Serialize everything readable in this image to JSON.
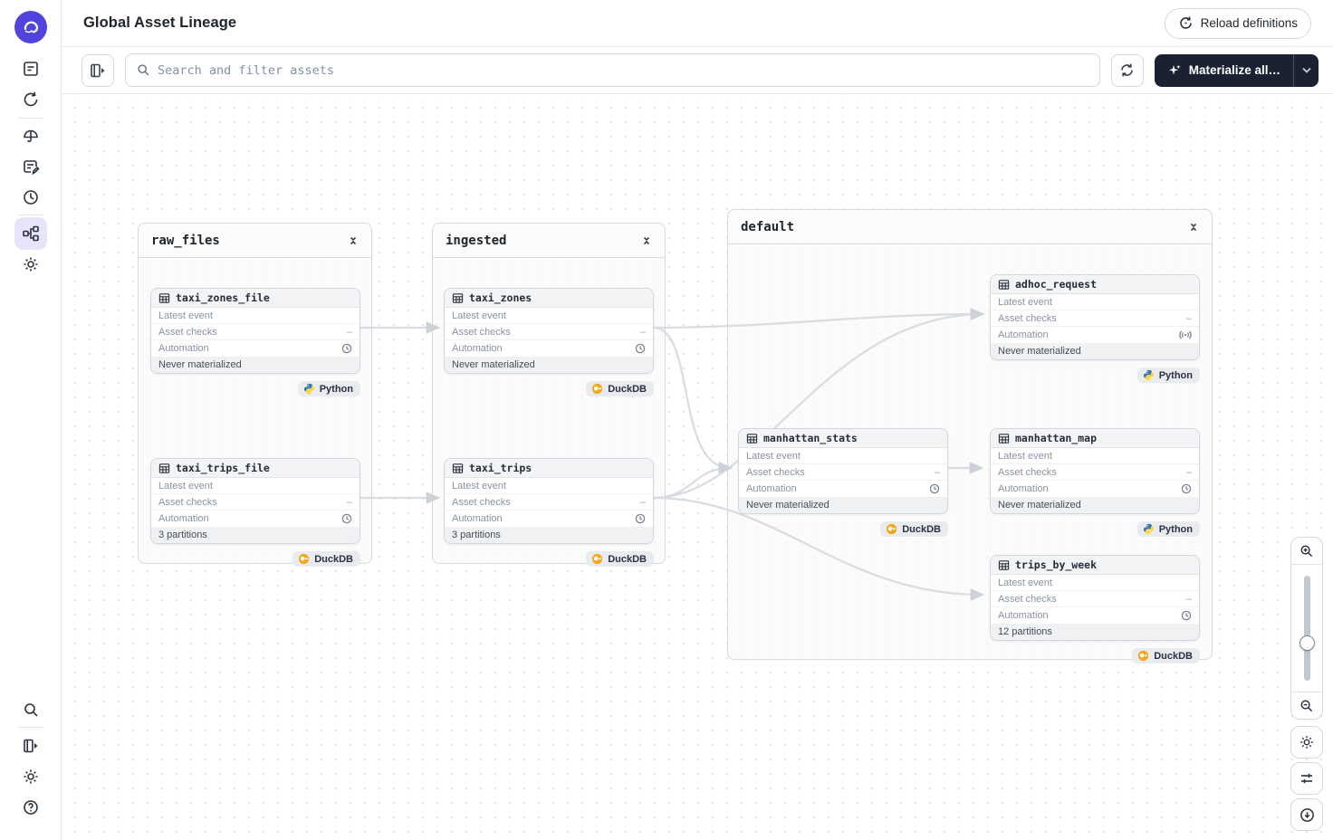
{
  "header": {
    "title": "Global Asset Lineage",
    "reload_button": "Reload definitions"
  },
  "toolbar": {
    "search_placeholder": "Search and filter assets",
    "materialize_button": "Materialize all…"
  },
  "sidebar": {
    "icons": [
      "dagster-logo",
      "asset-catalog-icon",
      "runs-icon",
      "deployment-icon",
      "document-edit-icon",
      "schedules-icon",
      "lineage-icon",
      "settings-icon",
      "search-icon",
      "panel-expand-icon",
      "settings-icon",
      "help-icon"
    ],
    "active": "lineage-icon"
  },
  "card_labels": {
    "latest_event": "Latest event",
    "asset_checks": "Asset checks",
    "automation": "Automation",
    "checks_empty": "–"
  },
  "groups": [
    {
      "name": "raw_files"
    },
    {
      "name": "ingested"
    },
    {
      "name": "default"
    }
  ],
  "assets": [
    {
      "name": "taxi_zones_file",
      "group": "raw_files",
      "footer": "Never materialized",
      "badge": "Python",
      "automation_icon": "clock-icon"
    },
    {
      "name": "taxi_trips_file",
      "group": "raw_files",
      "footer": "3 partitions",
      "badge": "DuckDB",
      "automation_icon": "clock-icon"
    },
    {
      "name": "taxi_zones",
      "group": "ingested",
      "footer": "Never materialized",
      "badge": "DuckDB",
      "automation_icon": "clock-icon"
    },
    {
      "name": "taxi_trips",
      "group": "ingested",
      "footer": "3 partitions",
      "badge": "DuckDB",
      "automation_icon": "clock-icon"
    },
    {
      "name": "adhoc_request",
      "group": "default",
      "footer": "Never materialized",
      "badge": "Python",
      "automation_icon": "sensor-icon"
    },
    {
      "name": "manhattan_stats",
      "group": "default",
      "footer": "Never materialized",
      "badge": "DuckDB",
      "automation_icon": "clock-icon"
    },
    {
      "name": "manhattan_map",
      "group": "default",
      "footer": "Never materialized",
      "badge": "Python",
      "automation_icon": "clock-icon"
    },
    {
      "name": "trips_by_week",
      "group": "default",
      "footer": "12 partitions",
      "badge": "DuckDB",
      "automation_icon": "clock-icon"
    }
  ],
  "edges": [
    {
      "from": "taxi_zones_file",
      "to": "taxi_zones"
    },
    {
      "from": "taxi_trips_file",
      "to": "taxi_trips"
    },
    {
      "from": "taxi_zones",
      "to": "adhoc_request"
    },
    {
      "from": "taxi_zones",
      "to": "manhattan_stats"
    },
    {
      "from": "taxi_trips",
      "to": "adhoc_request"
    },
    {
      "from": "taxi_trips",
      "to": "manhattan_stats"
    },
    {
      "from": "taxi_trips",
      "to": "trips_by_week"
    },
    {
      "from": "manhattan_stats",
      "to": "manhattan_map"
    }
  ],
  "colors": {
    "accent_purple": "#5144dd",
    "dark_button": "#1a2232",
    "edge": "#d9dce1",
    "python_blue": "#3776ab",
    "python_yellow": "#ffd43b",
    "duckdb_yellow": "#f2a71d"
  }
}
